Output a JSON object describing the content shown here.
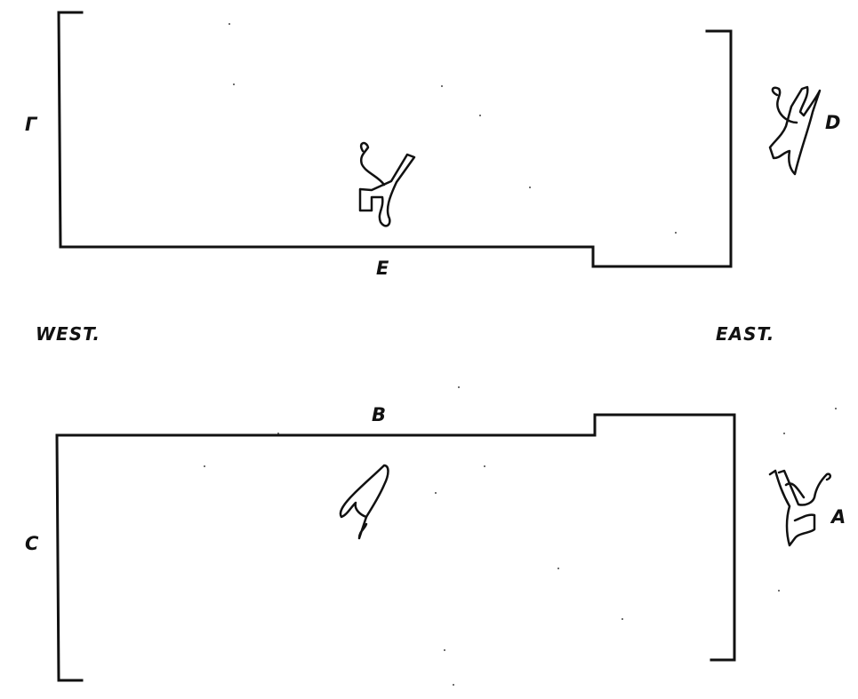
{
  "labels": {
    "top_left": "Γ",
    "top_right": "D",
    "top_bottom": "E",
    "bottom_top": "B",
    "bottom_left": "C",
    "bottom_right": "A",
    "west": "WEST.",
    "east": "EAST."
  },
  "glyphs": [
    "hieroglyph-top-center",
    "hieroglyph-top-right",
    "hieroglyph-bottom-center",
    "hieroglyph-bottom-right"
  ],
  "colors": {
    "ink": "#111111",
    "background": "#ffffff"
  }
}
